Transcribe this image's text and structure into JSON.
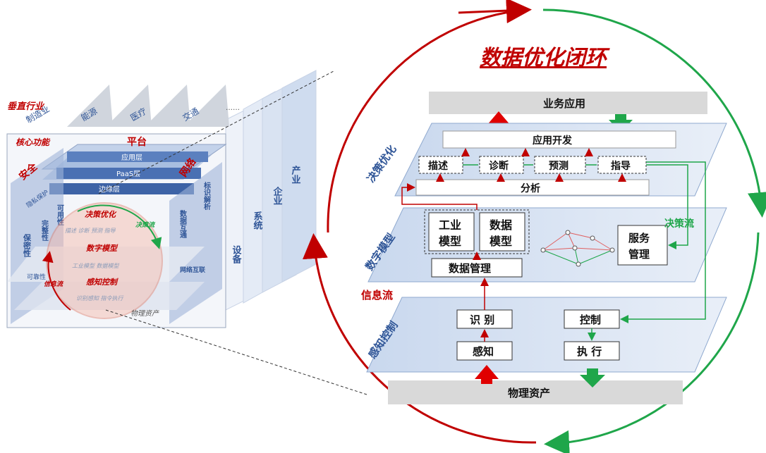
{
  "title": "数据优化闭环",
  "left_cube": {
    "vertical_industry": "垂直行业",
    "industries": [
      "制造业",
      "能源",
      "医疗",
      "交通"
    ],
    "dots": "……",
    "core_function": "核心功能",
    "platform": "平台",
    "layers": [
      "应用层",
      "PaaS层",
      "边缘层"
    ],
    "security": "安全",
    "network": "网络",
    "security_items": [
      "隐私保护",
      "保密性",
      "完整性",
      "可用性",
      "可靠性"
    ],
    "network_items": [
      "标识解析",
      "数据互通",
      "网络互联"
    ],
    "inner_decision": "决策优化",
    "inner_decision_items": "描述 诊断 预测 指导",
    "inner_digital": "数字模型",
    "inner_digital_items": "工业模型 数据模型",
    "inner_perception": "感知控制",
    "inner_perception_items": "识别感知 指令执行",
    "decision_flow": "决策流",
    "info_flow": "信息流",
    "physical_asset": "物理资产",
    "scales": [
      "设备",
      "系统",
      "企业",
      "产业"
    ]
  },
  "right": {
    "business_app": "业务应用",
    "physical_asset": "物理资产",
    "plane_decision": "决策优化",
    "plane_model": "数字模型",
    "plane_perception": "感知控制",
    "app_dev": "应用开发",
    "describe": "描述",
    "diagnose": "诊断",
    "predict": "预测",
    "guide": "指导",
    "analysis": "分析",
    "industrial_model": "工业模型",
    "data_model": "数据模型",
    "data_management": "数据管理",
    "service_management": "服务管理",
    "decision_flow": "决策流",
    "info_flow": "信息流",
    "identify": "识 别",
    "perceive": "感知",
    "control": "控制",
    "execute": "执 行"
  },
  "colors": {
    "red": "#c00000",
    "green": "#1fa64a",
    "blue": "#2f5597",
    "plane": "#dbe5f3"
  }
}
